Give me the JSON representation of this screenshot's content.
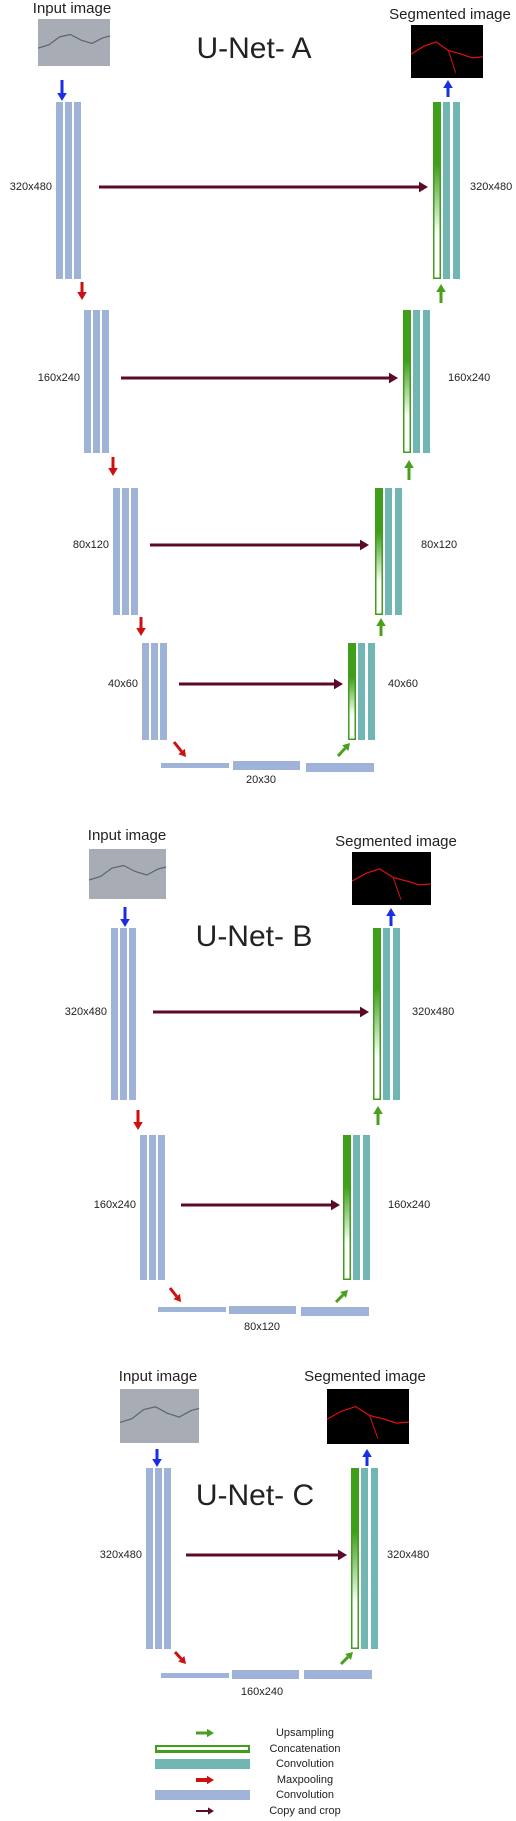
{
  "diagram": {
    "colors": {
      "encoder_block": "#9fb3d9",
      "decoder_conv": "#71b6b2",
      "concat_green": "#3f9e1a",
      "copy_arrow": "#5c0a2a",
      "maxpool_arrow": "#cc1111",
      "upsample_arrow": "#4aa01e",
      "io_arrow": "#1a2ee6",
      "input_photo": "#a8adb5",
      "output_photo": "#000000",
      "crack_red": "#e01010",
      "crack_gray": "#5d646d"
    },
    "networks": [
      {
        "title": "U-Net- A",
        "input_label": "Input image",
        "output_label": "Segmented image",
        "levels": [
          {
            "size": "320x480",
            "left_label": "320x480",
            "right_label": "320x480"
          },
          {
            "size": "160x240",
            "left_label": "160x240",
            "right_label": "160x240"
          },
          {
            "size": "80x120",
            "left_label": "80x120",
            "right_label": "80x120"
          },
          {
            "size": "40x60",
            "left_label": "40x60",
            "right_label": "40x60"
          }
        ],
        "bottleneck_label": "20x30"
      },
      {
        "title": "U-Net- B",
        "input_label": "Input image",
        "output_label": "Segmented image",
        "levels": [
          {
            "size": "320x480",
            "left_label": "320x480",
            "right_label": "320x480"
          },
          {
            "size": "160x240",
            "left_label": "160x240",
            "right_label": "160x240"
          }
        ],
        "bottleneck_label": "80x120"
      },
      {
        "title": "U-Net- C",
        "input_label": "Input image",
        "output_label": "Segmented image",
        "levels": [
          {
            "size": "320x480",
            "left_label": "320x480",
            "right_label": "320x480"
          }
        ],
        "bottleneck_label": "160x240"
      }
    ],
    "legend": [
      {
        "key": "upsampling",
        "label": "Upsampling",
        "icon": "green-arrow-icon"
      },
      {
        "key": "concatenation",
        "label": "Concatenation",
        "icon": "green-outline-bar-icon"
      },
      {
        "key": "convolution_decoder",
        "label": "Convolution",
        "icon": "teal-bar-icon"
      },
      {
        "key": "maxpooling",
        "label": "Maxpooling",
        "icon": "red-arrow-icon"
      },
      {
        "key": "convolution_encoder",
        "label": "Convolution",
        "icon": "blue-bar-icon"
      },
      {
        "key": "copy_and_crop",
        "label": "Copy and crop",
        "icon": "maroon-arrow-icon"
      }
    ]
  }
}
